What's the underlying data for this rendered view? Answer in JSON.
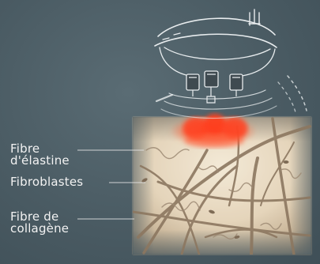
{
  "labels": {
    "elastine_line1": "Fibre",
    "elastine_line2": "d'élastine",
    "fibroblastes": "Fibroblastes",
    "collagene_line1": "Fibre de",
    "collagene_line2": "collagène"
  },
  "colors": {
    "background": "#4a5b63",
    "skin_tissue": "#e9dcc6",
    "fibers": "#8e7a63",
    "heat_glow": "#ff4a2a",
    "device_lines": "#e8ecee",
    "text": "#f2f2f2"
  }
}
